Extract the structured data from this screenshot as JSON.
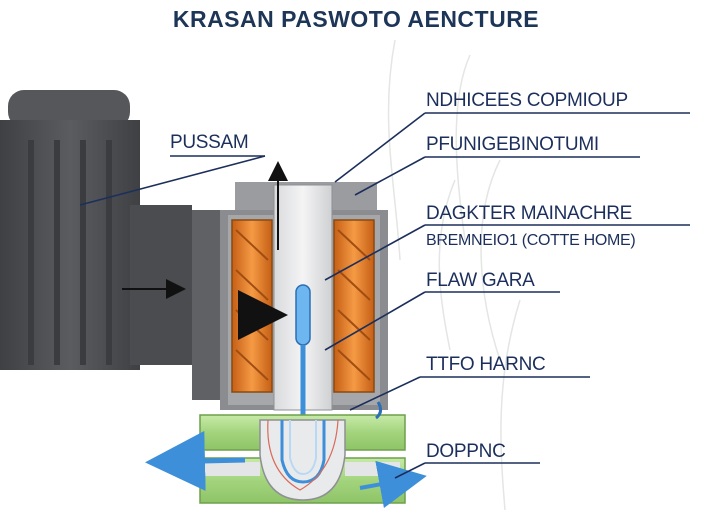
{
  "title": "KRASAN PASWOTO AENCTURE",
  "labels": {
    "left": "PUSSAM",
    "top_right": "NDHICEES COPMIOUP",
    "second": "PFUNIGEBINOTUMI",
    "third": "DAGKTER MAINACHRE",
    "third_sub": "BREMNEIO1 (COTTE HOME)",
    "fourth": "FLAW GARA",
    "fifth": "TTFO HARNC",
    "sixth": "DOPPNC"
  },
  "colors": {
    "motor": "#4d4f53",
    "coil": "#e8832e",
    "body": "#8c8e92",
    "pipe": "#aedc8c",
    "flow": "#3d8fd9",
    "text": "#1c2f5c"
  }
}
